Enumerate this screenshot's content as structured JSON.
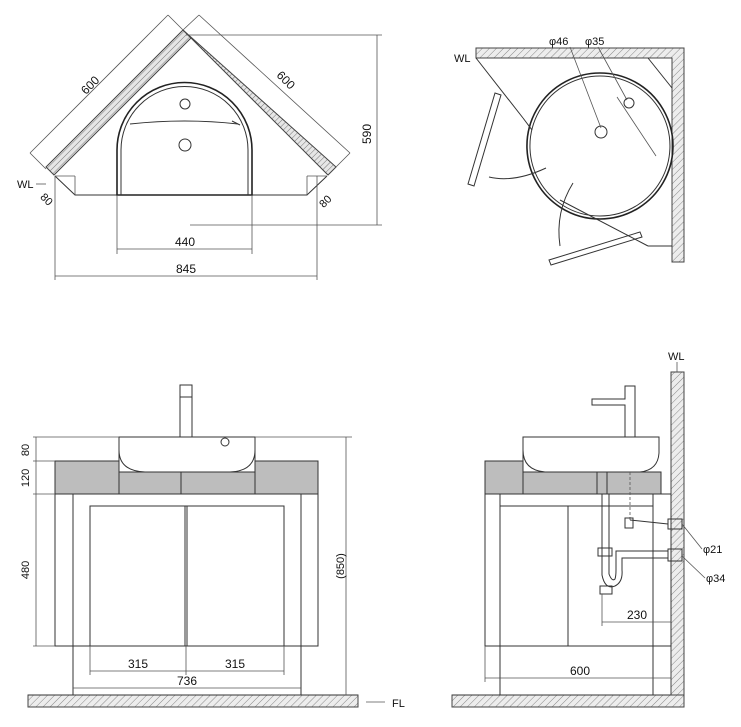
{
  "plan_view": {
    "dim_side_left": "600",
    "dim_side_right": "600",
    "dim_depth": "590",
    "dim_bowl": "440",
    "dim_total": "845",
    "dim_tab_left": "80",
    "dim_tab_right": "80",
    "wall_label": "WL"
  },
  "corner_view": {
    "wall_label": "WL",
    "dim_hole_large": "φ46",
    "dim_hole_small": "φ35"
  },
  "front_view": {
    "dim_top": "80",
    "dim_band": "120",
    "dim_cabinet": "480",
    "dim_total_height": "(850)",
    "dim_door_left": "315",
    "dim_door_right": "315",
    "dim_width": "736",
    "floor_label": "FL"
  },
  "side_view": {
    "wall_label": "WL",
    "dim_pipe_small": "φ21",
    "dim_pipe_large": "φ34",
    "dim_trap_offset": "230",
    "dim_depth": "600"
  }
}
